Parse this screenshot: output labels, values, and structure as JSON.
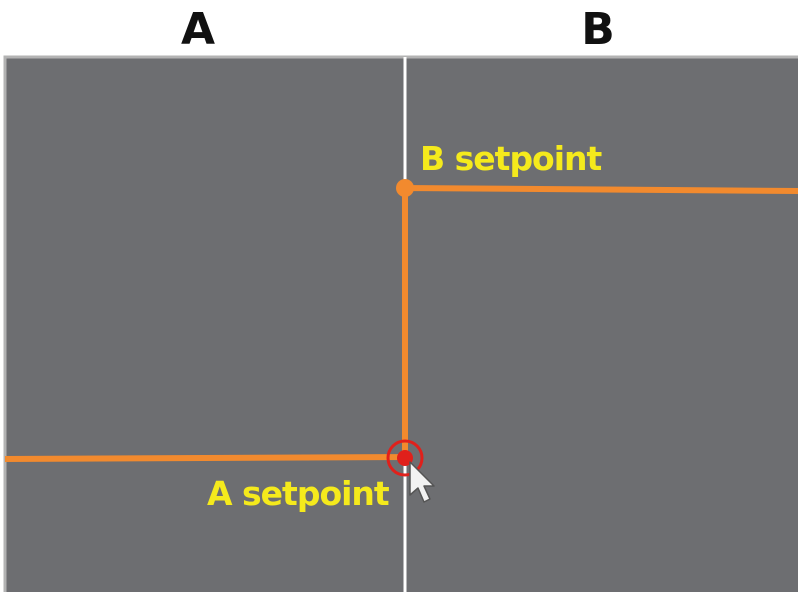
{
  "headers": {
    "a": "A",
    "b": "B"
  },
  "labels": {
    "b_setpoint": "B setpoint",
    "a_setpoint": "A setpoint"
  },
  "colors": {
    "panel": "#6d6e71",
    "panel_border": "#b3b3b3",
    "divider": "#ffffff",
    "line": "#f28a2e",
    "label": "#f5ea1c",
    "target": "#e0201b"
  },
  "icons": {
    "cursor": "arrow-cursor-icon",
    "target": "target-ring-icon"
  }
}
